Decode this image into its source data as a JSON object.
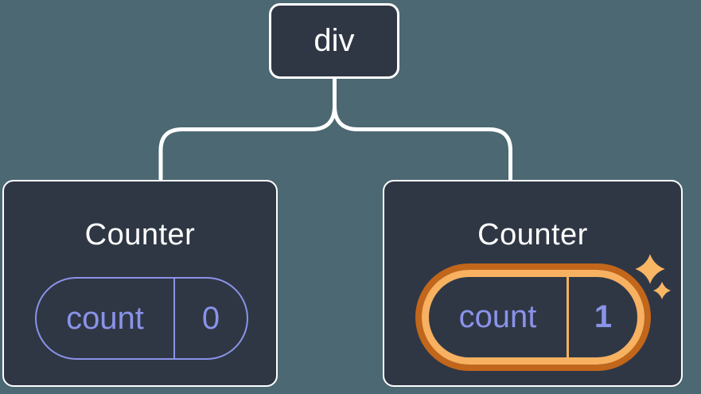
{
  "canvas": {
    "background_color": "#4C6872",
    "description": "Component tree diagram: a div root node with two Counter children holding independent count state"
  },
  "colors": {
    "card_fill": "#2F3745",
    "card_border": "#FFFFFF",
    "connector_line": "#FFFFFF",
    "state_accent_purple": "#8A93E8",
    "highlight_ring_light": "#F7B161",
    "highlight_ring_dark": "#C2661B",
    "sparkle": "#F9B664"
  },
  "tree": {
    "root": {
      "label": "div"
    },
    "children": [
      {
        "title": "Counter",
        "state": {
          "name": "count",
          "value": "0"
        },
        "highlighted": false
      },
      {
        "title": "Counter",
        "state": {
          "name": "count",
          "value": "1"
        },
        "highlighted": true
      }
    ]
  },
  "icons": {
    "sparkle_large": "sparkle-icon",
    "sparkle_small": "sparkle-icon"
  }
}
